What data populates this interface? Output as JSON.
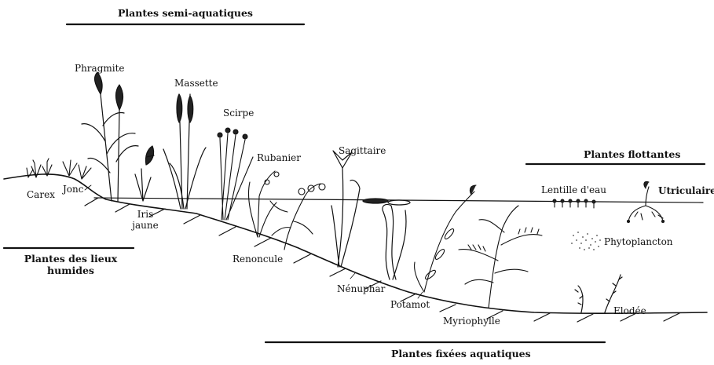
{
  "categories": {
    "semi_aquatic": "Plantes semi-aquatiques",
    "wet_places_line1": "Plantes des lieux",
    "wet_places_line2": "humides",
    "floating": "Plantes flottantes",
    "fixed_aquatic": "Plantes fixées aquatiques"
  },
  "plants": {
    "carex": "Carex",
    "jonc": "Jonc",
    "phragmite": "Phragmite",
    "iris_line1": "Iris",
    "iris_line2": "jaune",
    "massette": "Massette",
    "scirpe": "Scirpe",
    "rubanier": "Rubanier",
    "renoncule": "Renoncule",
    "sagittaire": "Sagittaire",
    "nenuphar": "Nénuphar",
    "potamot": "Potamot",
    "myriophylle": "Myriophylle",
    "lentille": "Lentille d'eau",
    "utriculaire": "Utriculaire",
    "phytoplancton": "Phytoplancton",
    "elodee": "Elodée"
  }
}
